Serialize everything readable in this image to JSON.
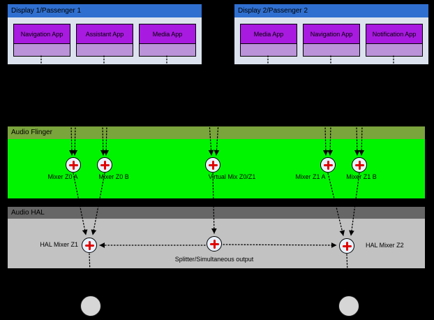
{
  "displays": [
    {
      "title": "Display 1/Passenger 1",
      "apps": [
        {
          "label": "Navigation App"
        },
        {
          "label": "Assistant App"
        },
        {
          "label": "Media App"
        }
      ]
    },
    {
      "title": "Display 2/Passenger 2",
      "apps": [
        {
          "label": "Media App"
        },
        {
          "label": "Navigation App"
        },
        {
          "label": "Notification App"
        }
      ]
    }
  ],
  "audio_flinger": {
    "title": "Audio Flinger",
    "mixers": [
      {
        "label": "Mixer Z0 A"
      },
      {
        "label": "Mixer Z0 B"
      },
      {
        "label": "Virtual Mix Z0/Z1"
      },
      {
        "label": "Mixer Z1 A"
      },
      {
        "label": "Mixer Z1 B"
      }
    ]
  },
  "audio_hal": {
    "title": "Audio HAL",
    "nodes": [
      {
        "label": "HAL Mixer Z1"
      },
      {
        "label": "Splitter/Simultaneous output"
      },
      {
        "label": "HAL Mixer Z2"
      }
    ]
  },
  "colors": {
    "background": "#000000",
    "display_header": "#2f6fd0",
    "display_body": "#dce3ee",
    "app_primary": "#a81ae0",
    "app_secondary": "#bb93d8",
    "flinger_header": "#7aa43c",
    "flinger_body": "#00f400",
    "hal_header": "#666666",
    "hal_body": "#c2c2c2",
    "mixer_fill": "#e8f0fc",
    "plus_red": "#e00000",
    "speaker_fill": "#d6d6d6"
  }
}
